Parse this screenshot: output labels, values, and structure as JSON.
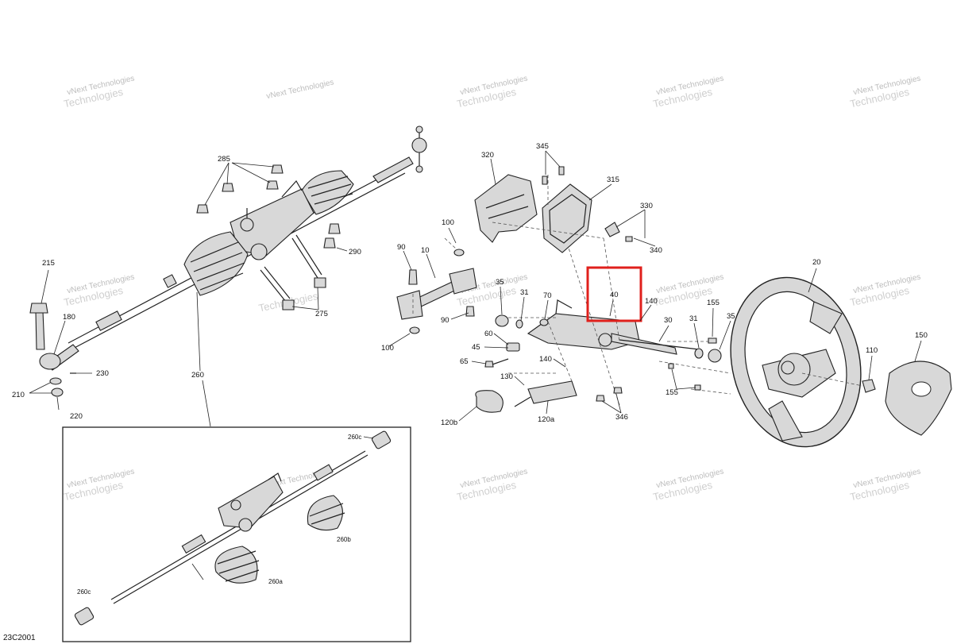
{
  "figure_code": "23C2001",
  "watermark": {
    "line1": "vNext Technologies",
    "line2": "Technologies"
  },
  "highlight": {
    "color": "#e0201c",
    "label": "40"
  },
  "callouts": {
    "c10": "10",
    "c20": "20",
    "c30": "30",
    "c31a": "31",
    "c31b": "31",
    "c35a": "35",
    "c35b": "35",
    "c40": "40",
    "c45": "45",
    "c60": "60",
    "c65": "65",
    "c70": "70",
    "c90a": "90",
    "c90b": "90",
    "c100a": "100",
    "c100b": "100",
    "c110": "110",
    "c120a": "120a",
    "c120b": "120b",
    "c130": "130",
    "c140a": "140",
    "c140b": "140",
    "c150": "150",
    "c155a": "155",
    "c155b": "155",
    "c180": "180",
    "c210": "210",
    "c215": "215",
    "c220": "220",
    "c230": "230",
    "c260": "260",
    "c260a": "260a",
    "c260b": "260b",
    "c260c_top": "260c",
    "c260c_bot": "260c",
    "c275": "275",
    "c285": "285",
    "c290": "290",
    "c315": "315",
    "c320": "320",
    "c330": "330",
    "c340": "340",
    "c345": "345",
    "c346": "346"
  }
}
